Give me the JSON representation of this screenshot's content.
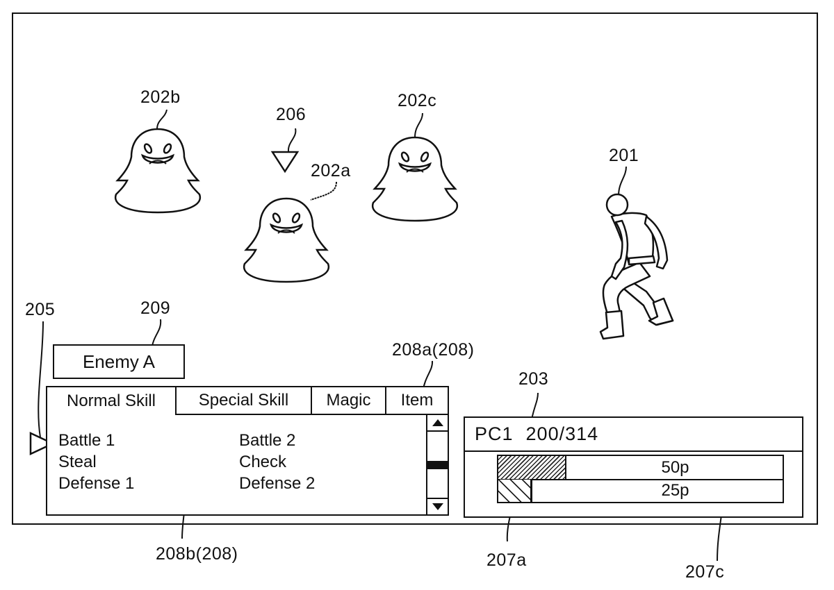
{
  "figure_refs": {
    "player": "201",
    "enemy_a": "202a",
    "enemy_b": "202b",
    "enemy_c": "202c",
    "status_panel": "203",
    "command_cursor": "205",
    "target_cursor": "206",
    "gauge_fill": "207a",
    "gauge_frame": "207c",
    "tab_bar": "208a(208)",
    "command_list": "208b(208)",
    "target_name": "209"
  },
  "target": {
    "name": "Enemy A"
  },
  "command_window": {
    "tabs": [
      {
        "label": "Normal Skill",
        "active": true
      },
      {
        "label": "Special Skill",
        "active": false
      },
      {
        "label": "Magic",
        "active": false
      },
      {
        "label": "Item",
        "active": false
      }
    ],
    "commands": [
      {
        "label": "Battle 1",
        "selected": true
      },
      {
        "label": "Battle 2",
        "selected": false
      },
      {
        "label": "Steal",
        "selected": false
      },
      {
        "label": "Check",
        "selected": false
      },
      {
        "label": "Defense 1",
        "selected": false
      },
      {
        "label": "Defense 2",
        "selected": false
      }
    ],
    "scrollbar": {
      "up_icon": "triangle-up",
      "down_icon": "triangle-down",
      "thumb_position": 0.5
    }
  },
  "status": {
    "character": "PC1",
    "hp": "200/314",
    "gauges": [
      {
        "label": "50p",
        "fill_fraction": 0.24,
        "pattern": "fine-hatch"
      },
      {
        "label": "25p",
        "fill_fraction": 0.12,
        "pattern": "coarse-hatch"
      }
    ]
  },
  "colors": {
    "line": "#111111",
    "background": "#ffffff"
  }
}
